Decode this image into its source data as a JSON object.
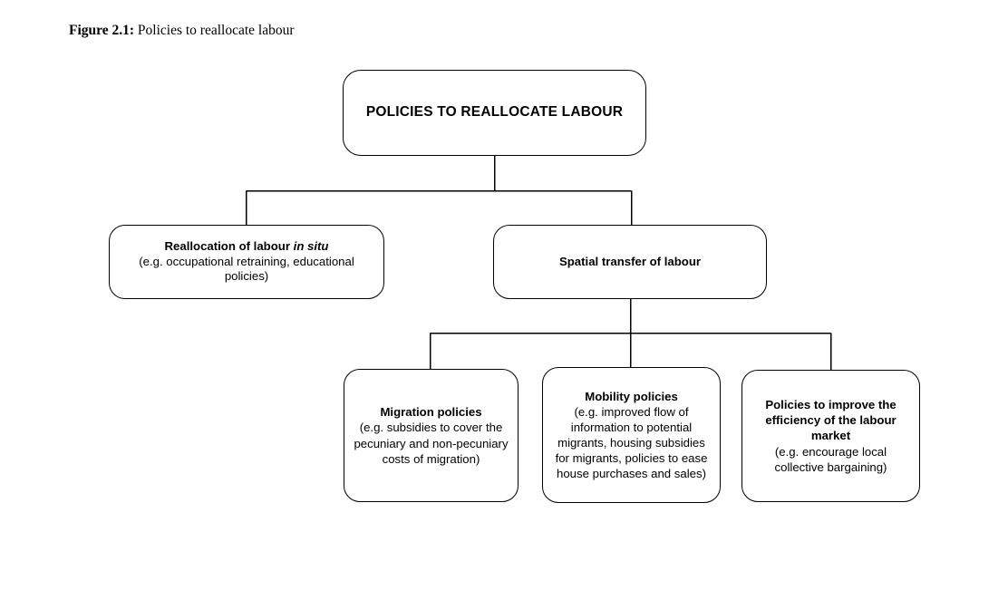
{
  "figure": {
    "caption_label": "Figure 2.1:",
    "caption_text": " Policies to reallocate labour"
  },
  "diagram": {
    "type": "tree-flowchart",
    "orientation": "top-down",
    "line_color": "#000000",
    "box_fill": "#ffffff",
    "box_border_color": "#000000",
    "nodes": {
      "root": {
        "title": "POLICIES TO REALLOCATE LABOUR",
        "detail": ""
      },
      "insitu": {
        "title_a": "Reallocation of labour ",
        "title_b": "in situ",
        "detail": "(e.g. occupational retraining, educational policies)"
      },
      "spatial": {
        "title": "Spatial transfer of labour",
        "detail": ""
      },
      "migration": {
        "title": "Migration policies",
        "detail": "(e.g. subsidies to cover the pecuniary and non-pecuniary costs of migration)"
      },
      "mobility": {
        "title": "Mobility policies",
        "detail": "(e.g. improved flow of information to potential migrants, housing subsidies for migrants, policies to ease house purchases and sales)"
      },
      "efficiency": {
        "title": "Policies to improve the efficiency of the labour market",
        "detail": "(e.g. encourage local collective bargaining)"
      }
    }
  }
}
